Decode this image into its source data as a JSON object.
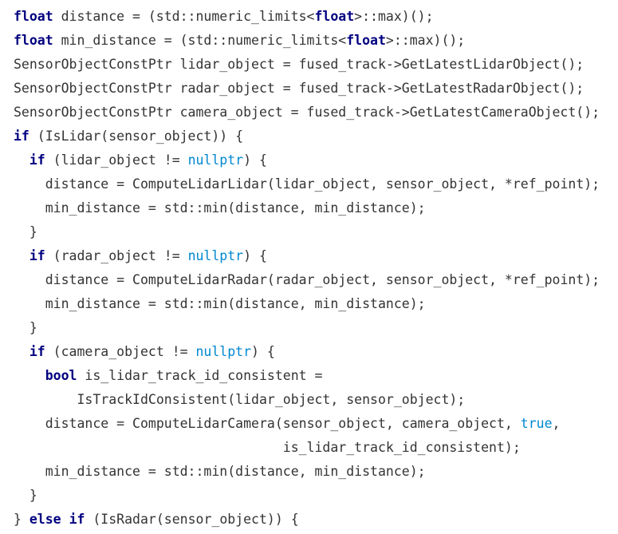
{
  "code": {
    "lines": [
      {
        "indent": 0,
        "tokens": [
          {
            "type": "kw",
            "text": "float"
          },
          {
            "type": "txt",
            "text": " distance = (std::numeric_limits<"
          },
          {
            "type": "kw",
            "text": "float"
          },
          {
            "type": "txt",
            "text": ">::max)();"
          }
        ]
      },
      {
        "indent": 0,
        "tokens": [
          {
            "type": "kw",
            "text": "float"
          },
          {
            "type": "txt",
            "text": " min_distance = (std::numeric_limits<"
          },
          {
            "type": "kw",
            "text": "float"
          },
          {
            "type": "txt",
            "text": ">::max)();"
          }
        ]
      },
      {
        "indent": 0,
        "tokens": [
          {
            "type": "txt",
            "text": "SensorObjectConstPtr lidar_object = fused_track->GetLatestLidarObject();"
          }
        ]
      },
      {
        "indent": 0,
        "tokens": [
          {
            "type": "txt",
            "text": "SensorObjectConstPtr radar_object = fused_track->GetLatestRadarObject();"
          }
        ]
      },
      {
        "indent": 0,
        "tokens": [
          {
            "type": "txt",
            "text": "SensorObjectConstPtr camera_object = fused_track->GetLatestCameraObject();"
          }
        ]
      },
      {
        "indent": 0,
        "tokens": [
          {
            "type": "kw",
            "text": "if"
          },
          {
            "type": "txt",
            "text": " (IsLidar(sensor_object)) {"
          }
        ]
      },
      {
        "indent": 1,
        "tokens": [
          {
            "type": "kw",
            "text": "if"
          },
          {
            "type": "txt",
            "text": " (lidar_object != "
          },
          {
            "type": "lit",
            "text": "nullptr"
          },
          {
            "type": "txt",
            "text": ") {"
          }
        ]
      },
      {
        "indent": 2,
        "tokens": [
          {
            "type": "txt",
            "text": "distance = ComputeLidarLidar(lidar_object, sensor_object, *ref_point);"
          }
        ]
      },
      {
        "indent": 2,
        "tokens": [
          {
            "type": "txt",
            "text": "min_distance = std::min(distance, min_distance);"
          }
        ]
      },
      {
        "indent": 1,
        "tokens": [
          {
            "type": "txt",
            "text": "}"
          }
        ]
      },
      {
        "indent": 1,
        "tokens": [
          {
            "type": "kw",
            "text": "if"
          },
          {
            "type": "txt",
            "text": " (radar_object != "
          },
          {
            "type": "lit",
            "text": "nullptr"
          },
          {
            "type": "txt",
            "text": ") {"
          }
        ]
      },
      {
        "indent": 2,
        "tokens": [
          {
            "type": "txt",
            "text": "distance = ComputeLidarRadar(radar_object, sensor_object, *ref_point);"
          }
        ]
      },
      {
        "indent": 2,
        "tokens": [
          {
            "type": "txt",
            "text": "min_distance = std::min(distance, min_distance);"
          }
        ]
      },
      {
        "indent": 1,
        "tokens": [
          {
            "type": "txt",
            "text": "}"
          }
        ]
      },
      {
        "indent": 1,
        "tokens": [
          {
            "type": "kw",
            "text": "if"
          },
          {
            "type": "txt",
            "text": " (camera_object != "
          },
          {
            "type": "lit",
            "text": "nullptr"
          },
          {
            "type": "txt",
            "text": ") {"
          }
        ]
      },
      {
        "indent": 2,
        "tokens": [
          {
            "type": "kw",
            "text": "bool"
          },
          {
            "type": "txt",
            "text": " is_lidar_track_id_consistent ="
          }
        ]
      },
      {
        "indent": 4,
        "tokens": [
          {
            "type": "txt",
            "text": "IsTrackIdConsistent(lidar_object, sensor_object);"
          }
        ]
      },
      {
        "indent": 2,
        "tokens": [
          {
            "type": "txt",
            "text": "distance = ComputeLidarCamera(sensor_object, camera_object, "
          },
          {
            "type": "lit",
            "text": "true"
          },
          {
            "type": "txt",
            "text": ","
          }
        ]
      },
      {
        "indent": 17,
        "tokens": [
          {
            "type": "txt",
            "text": "is_lidar_track_id_consistent);"
          }
        ]
      },
      {
        "indent": 2,
        "tokens": [
          {
            "type": "txt",
            "text": "min_distance = std::min(distance, min_distance);"
          }
        ]
      },
      {
        "indent": 1,
        "tokens": [
          {
            "type": "txt",
            "text": "}"
          }
        ]
      },
      {
        "indent": 0,
        "tokens": [
          {
            "type": "txt",
            "text": "} "
          },
          {
            "type": "kw",
            "text": "else"
          },
          {
            "type": "txt",
            "text": " "
          },
          {
            "type": "kw",
            "text": "if"
          },
          {
            "type": "txt",
            "text": " (IsRadar(sensor_object)) {"
          }
        ]
      }
    ]
  },
  "colors": {
    "keyword": "#000080",
    "literal": "#0087d0",
    "text": "#333333",
    "background": "#ffffff"
  }
}
